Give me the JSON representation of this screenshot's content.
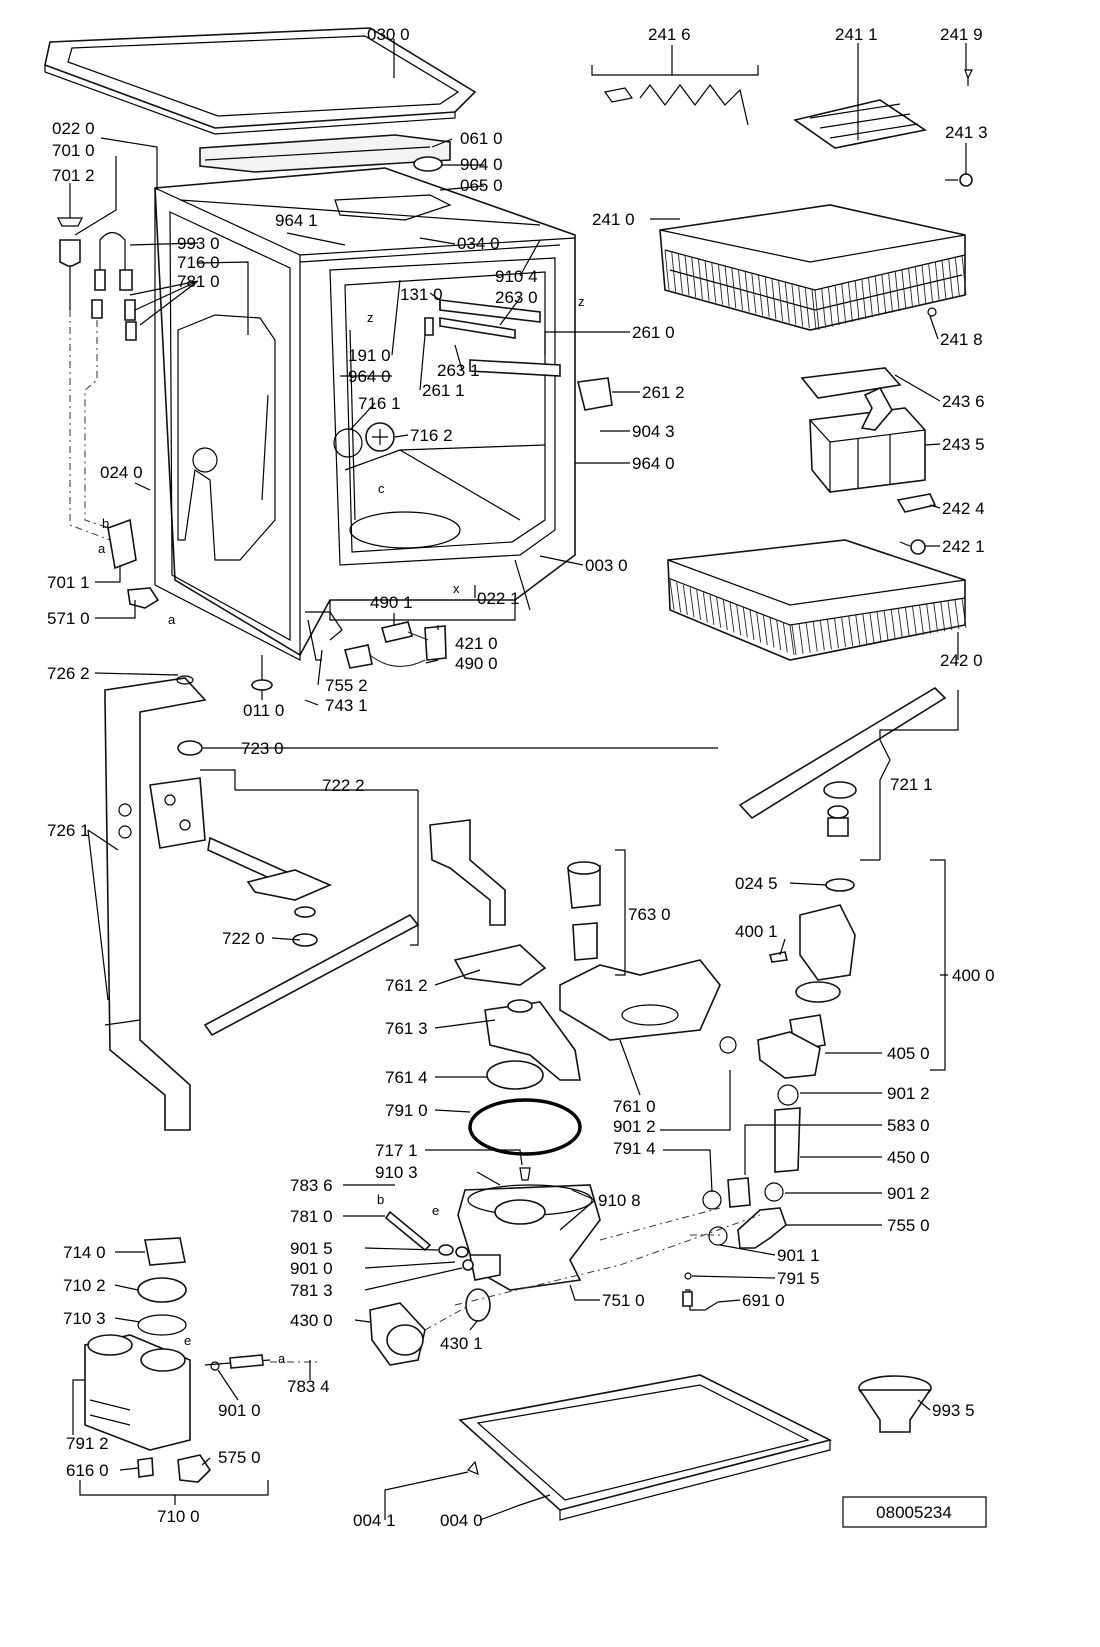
{
  "document_code": "08005234",
  "labels": {
    "l_0300": "030 0",
    "l_0220": "022 0",
    "l_7010": "701 0",
    "l_7012": "701 2",
    "l_0610": "061 0",
    "l_9040": "904 0",
    "l_0650": "065 0",
    "l_9641a": "964 1",
    "l_0340": "034 0",
    "l_9930": "993 0",
    "l_7160": "716 0",
    "l_7810a": "781 0",
    "l_9104": "910 4",
    "l_1310": "131 0",
    "l_2630": "263 0",
    "l_2610": "261 0",
    "l_1910": "191 0",
    "l_9640a": "964 0",
    "l_2631": "263 1",
    "l_2611": "261 1",
    "l_2612": "261 2",
    "l_7161": "716 1",
    "l_7162": "716 2",
    "l_9043": "904 3",
    "l_9640b": "964 0",
    "l_0240": "024 0",
    "l_0030": "003 0",
    "l_7011": "701 1",
    "l_5710": "571 0",
    "l_0221": "022 1",
    "l_4901": "490 1",
    "l_4210": "421 0",
    "l_4900": "490 0",
    "l_7262": "726 2",
    "l_0110": "011 0",
    "l_7552": "755 2",
    "l_7431": "743 1",
    "l_2416": "241 6",
    "l_2411": "241 1",
    "l_2419": "241 9",
    "l_2413": "241 3",
    "l_2410": "241 0",
    "l_2418": "241 8",
    "l_2436": "243 6",
    "l_2435": "243 5",
    "l_2424": "242 4",
    "l_2421": "242 1",
    "l_2420": "242 0",
    "l_7211": "721 1",
    "l_7230": "723 0",
    "l_7222": "722 2",
    "l_7261": "726 1",
    "l_7220": "722 0",
    "l_7630": "763 0",
    "l_0245": "024 5",
    "l_4001": "400 1",
    "l_4000": "400 0",
    "l_7612": "761 2",
    "l_7613": "761 3",
    "l_7614": "761 4",
    "l_4050": "405 0",
    "l_9012a": "901 2",
    "l_7610": "761 0",
    "l_9012b": "901 2",
    "l_5830": "583 0",
    "l_7910": "791 0",
    "l_7914": "791 4",
    "l_4500": "450 0",
    "l_7171": "717 1",
    "l_9103": "910 3",
    "l_9108": "910 8",
    "l_9012c": "901 2",
    "l_7836": "783 6",
    "l_7810b": "781 0",
    "l_7550": "755 0",
    "l_9015": "901 5",
    "l_9011": "901 1",
    "l_7140": "714 0",
    "l_9010a": "901 0",
    "l_7915": "791 5",
    "l_7102": "710 2",
    "l_7813": "781 3",
    "l_7510": "751 0",
    "l_6910": "691 0",
    "l_7103": "710 3",
    "l_4300": "430 0",
    "l_4301": "430 1",
    "l_7834": "783 4",
    "l_9010b": "901 0",
    "l_9935": "993 5",
    "l_7912": "791 2",
    "l_5750": "575 0",
    "l_6160": "616 0",
    "l_7100": "710 0",
    "l_0041": "004 1",
    "l_0040": "004 0"
  },
  "letters": {
    "a1": "a",
    "b1": "b",
    "a2": "a",
    "z1": "z",
    "z2": "z",
    "c1": "c",
    "x1": "x",
    "b2": "b",
    "e1": "e",
    "e2": "e",
    "a3": "a"
  }
}
